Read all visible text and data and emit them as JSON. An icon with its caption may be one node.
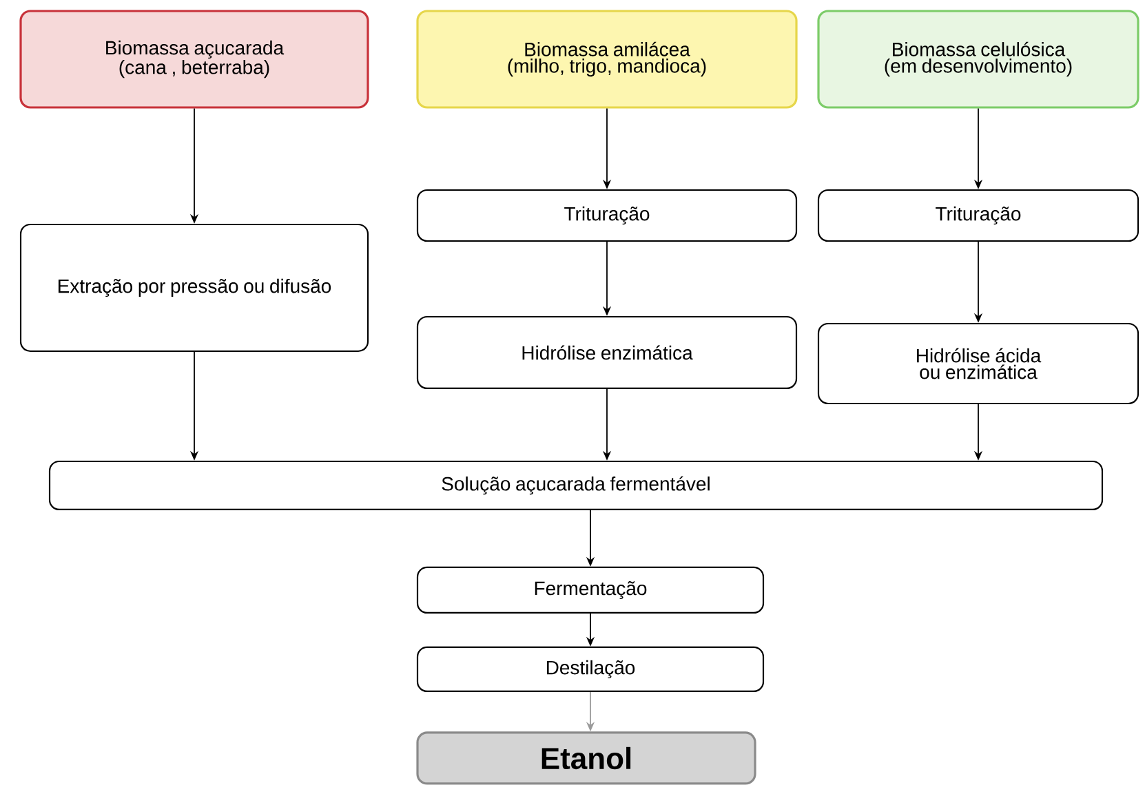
{
  "diagram": {
    "nodes": [
      {
        "text": [
          "Biomassa açucarada (cana , beterraba)"
        ]
      },
      {
        "text": [
          "Biomassa amilácea (milho, trigo, mandioca)"
        ]
      },
      {
        "text": [
          "Biomassa celulósica (em desenvolvimento)"
        ]
      },
      {
        "text": [
          "Extração por pressão ou difusão"
        ]
      },
      {
        "text": [
          "Trituração"
        ]
      },
      {
        "text": [
          "Hidrólise enzimática"
        ]
      },
      {
        "text": [
          "Trituração"
        ]
      },
      {
        "text": [
          "Hidrólise ácida ou enzimática"
        ]
      },
      {
        "text": [
          "Solução açucarada fermentável"
        ]
      },
      {
        "text": [
          "Fermentação"
        ]
      },
      {
        "text": [
          "Destilação"
        ]
      },
      {
        "text": [
          "Etanol"
        ]
      }
    ],
    "edges": [
      {
        "from": 0,
        "to": 3,
        "arrow": "to"
      },
      {
        "from": 1,
        "to": 4,
        "arrow": "to"
      },
      {
        "from": 4,
        "to": 5,
        "arrow": "to"
      },
      {
        "from": 2,
        "to": 6,
        "arrow": "to"
      },
      {
        "from": 6,
        "to": 7,
        "arrow": "to"
      },
      {
        "from": 3,
        "to": 8,
        "arrow": "to"
      },
      {
        "from": 5,
        "to": 8,
        "arrow": "to"
      },
      {
        "from": 7,
        "to": 8,
        "arrow": "to"
      },
      {
        "from": 8,
        "to": 9,
        "arrow": "to"
      },
      {
        "from": 9,
        "to": 10,
        "arrow": "to"
      },
      {
        "from": 10,
        "to": 11,
        "arrow": "to",
        "color": "#9a9a9a"
      }
    ]
  }
}
